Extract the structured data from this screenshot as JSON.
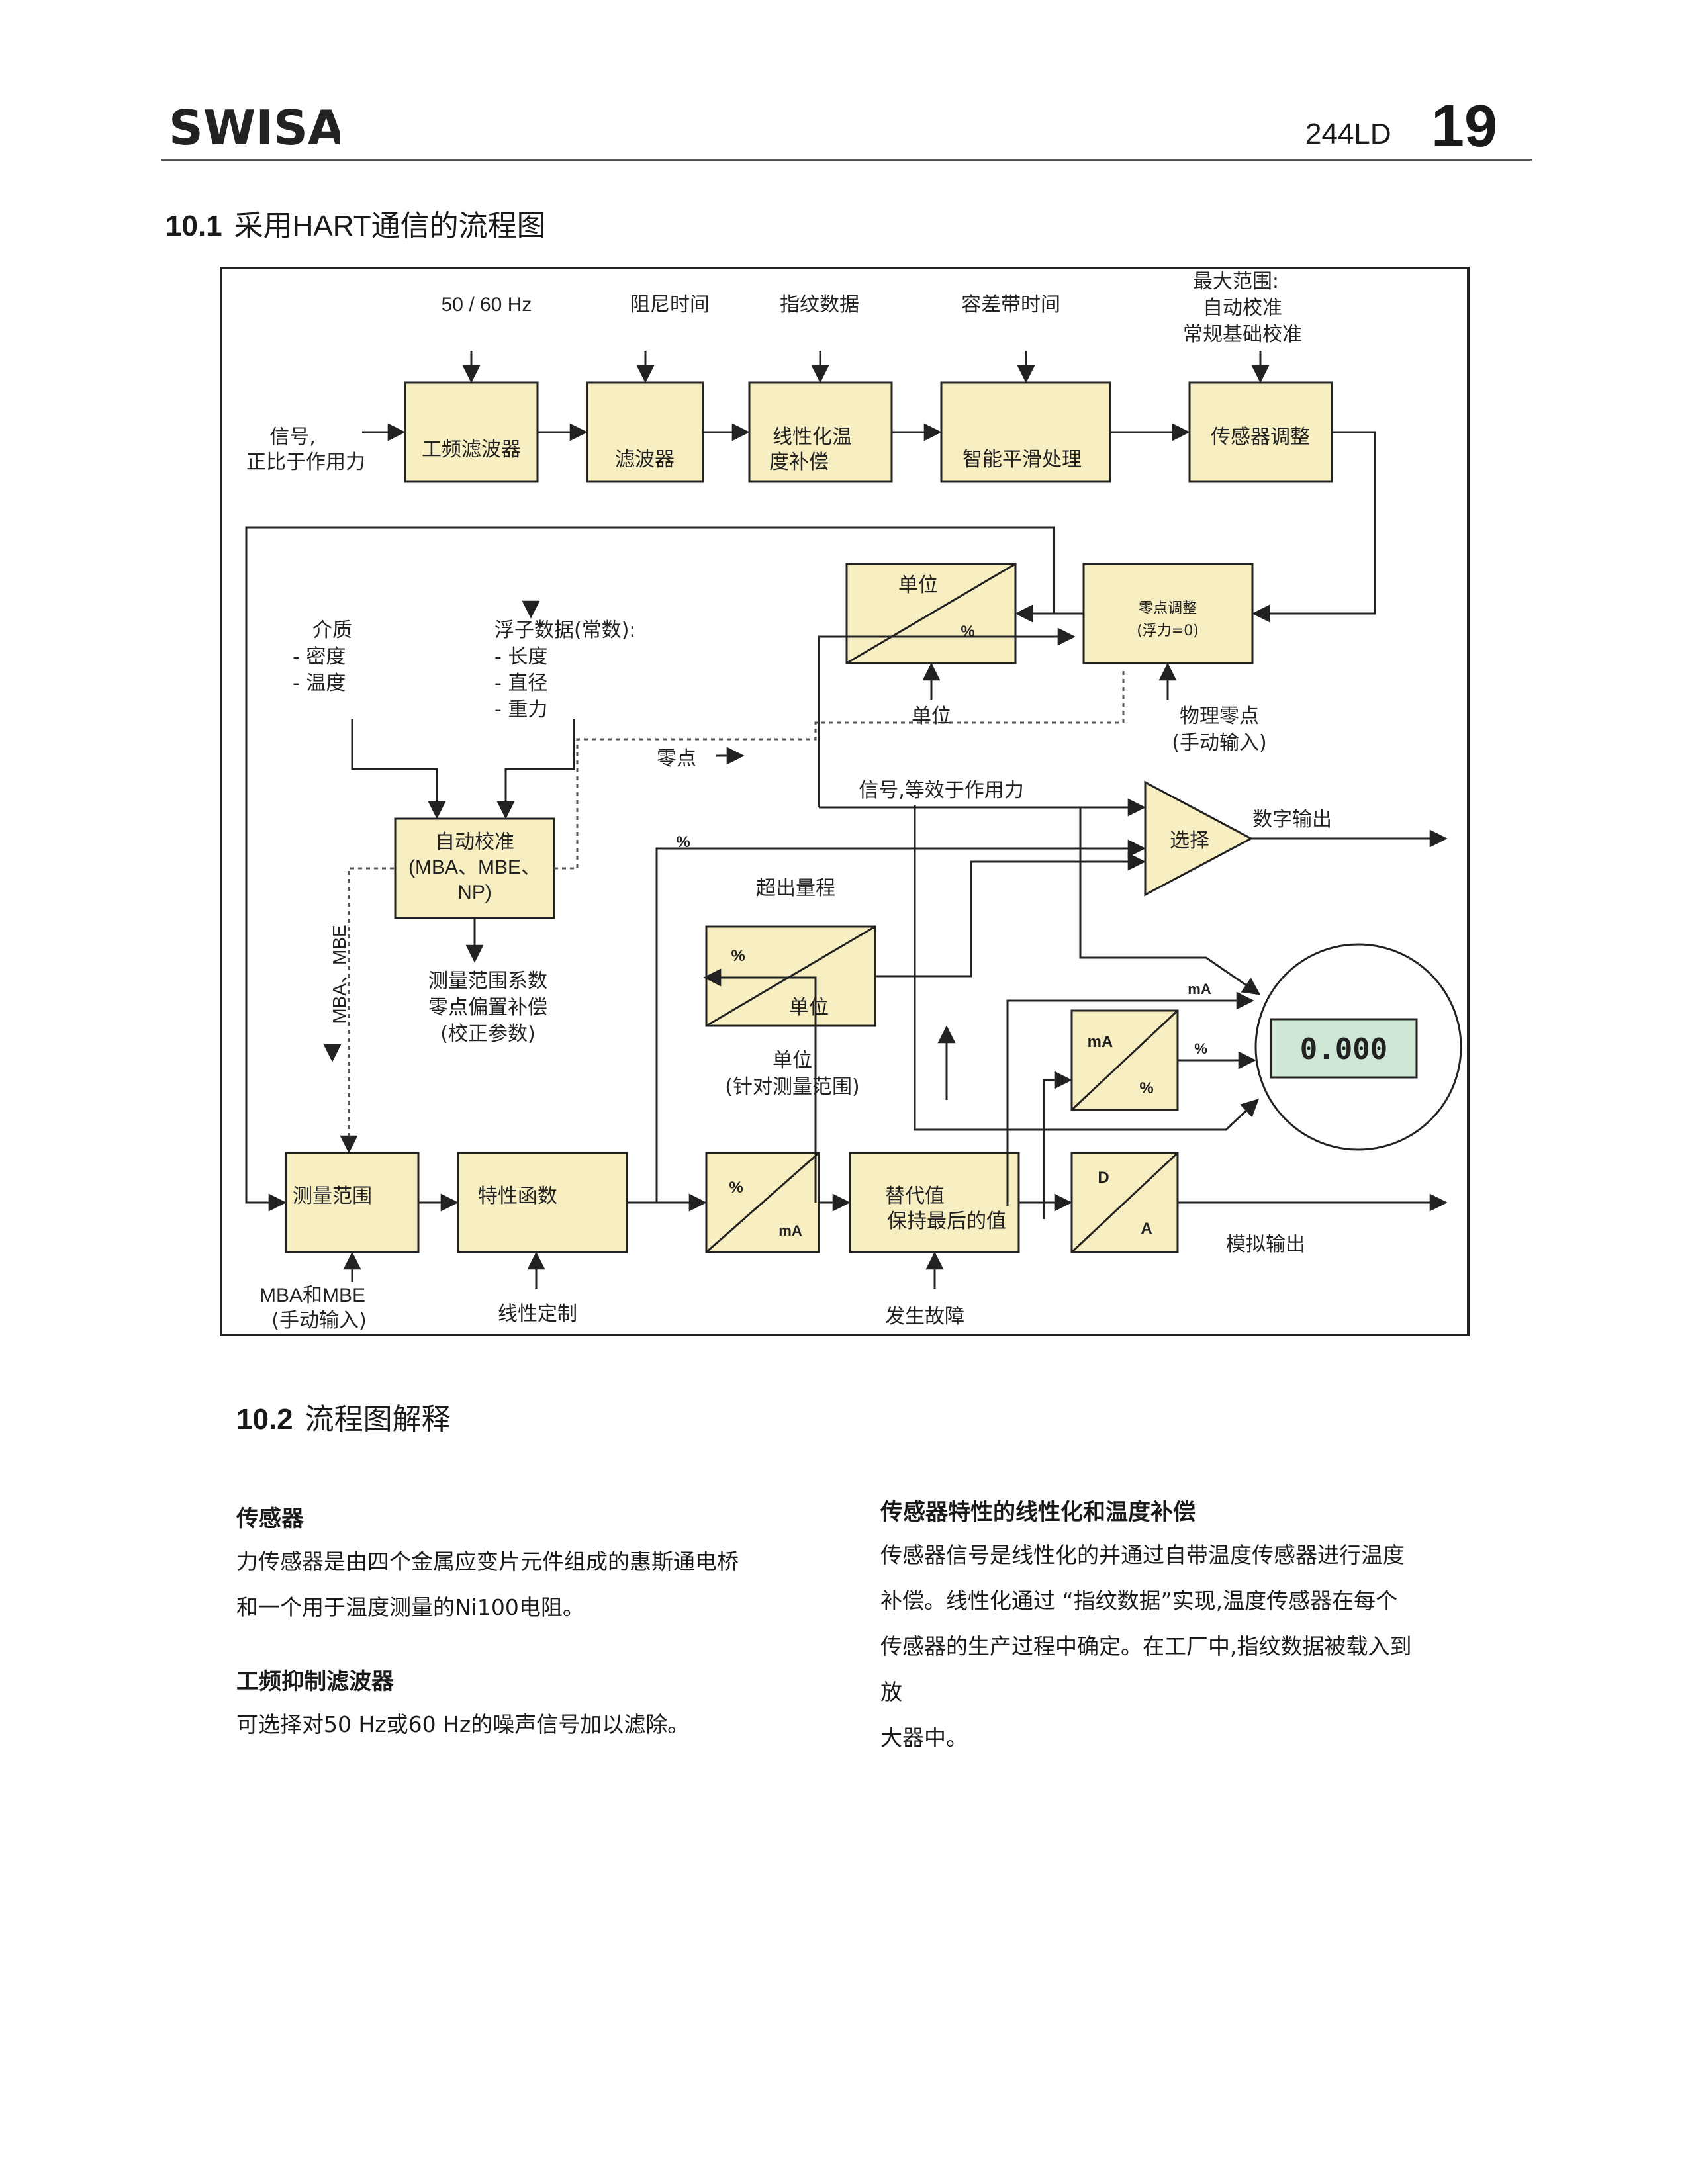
{
  "header": {
    "logo_text": "SWISA",
    "model": "244LD",
    "page_number": "19"
  },
  "section_1": {
    "number": "10.1",
    "title": "采用HART通信的流程图"
  },
  "section_2": {
    "number": "10.2",
    "title": "流程图解释"
  },
  "diagram": {
    "inputs": {
      "freq": "50 / 60 Hz",
      "damping": "阻尼时间",
      "fingerprint": "指纹数据",
      "tolerance": "容差带时间",
      "maxrange_1": "最大范围:",
      "maxrange_2": "自动校准",
      "maxrange_3": "常规基础校准",
      "signal_1": "信号,",
      "signal_2": "正比于作用力"
    },
    "blocks": {
      "powerline_filter": "工频滤波器",
      "filter": "滤波器",
      "linearize_1": "线性化温",
      "linearize_2": "度补偿",
      "smart_smoothing": "智能平滑处理",
      "sensor_adjust": "传感器调整",
      "unit": "单位",
      "percent": "%",
      "zero_adjust_1": "零点调整",
      "zero_adjust_2": "(浮力=0)",
      "autocal_1": "自动校准",
      "autocal_2": "(MBA、MBE、",
      "autocal_3": "NP)",
      "select": "选择",
      "range_percent": "%",
      "range_unit": "单位",
      "ma": "mA",
      "ma_percent": "%",
      "measure_range": "测量范围",
      "characteristic": "特性函数",
      "pct_to_ma_pct": "%",
      "pct_to_ma_ma": "mA",
      "substitute_1": "替代值",
      "substitute_2": "保持最后的值",
      "da_d": "D",
      "da_a": "A",
      "display_value": "0.000"
    },
    "labels": {
      "unit_below": "单位",
      "physical_zero_1": "物理零点",
      "physical_zero_2": "(手动输入)",
      "medium_1": "介质",
      "medium_2": "- 密度",
      "medium_3": "- 温度",
      "float_1": "浮子数据(常数):",
      "float_2": "- 长度",
      "float_3": "- 直径",
      "float_4": "- 重力",
      "zero_point": "零点",
      "signal_equiv": "信号,等效于作用力",
      "digital_out": "数字输出",
      "percent_line": "%",
      "over_range": "超出量程",
      "mba_mbe_vertical": "MBA、MBE",
      "coef_1": "测量范围系数",
      "coef_2": "零点偏置补偿",
      "coef_3": "(校正参数)",
      "unit_range_1": "单位",
      "unit_range_2": "(针对测量范围)",
      "ma_line": "mA",
      "percent_to_display": "%",
      "analog_out": "模拟输出",
      "mba_manual_1": "MBA和MBE",
      "mba_manual_2": "(手动输入)",
      "linear_custom": "线性定制",
      "fault": "发生故障"
    }
  },
  "left_column": {
    "h1": "传感器",
    "p1_l1": "力传感器是由四个金属应变片元件组成的惠斯通电桥",
    "p1_l2": "和一个用于温度测量的Ni100电阻。",
    "h2": "工频抑制滤波器",
    "p2_l1": "可选择对50 Hz或60 Hz的噪声信号加以滤除。"
  },
  "right_column": {
    "h1": "传感器特性的线性化和温度补偿",
    "p1_l1": "传感器信号是线性化的并通过自带温度传感器进行温度",
    "p1_l2": "补偿。线性化通过 “指纹数据”实现,温度传感器在每个",
    "p1_l3": "传感器的生产过程中确定。在工厂中,指纹数据被载入到放",
    "p1_l4": "大器中。"
  },
  "colors": {
    "block_fill": "#f7efc2",
    "display_fill": "#cfe8d6",
    "logo_blue": "#1d4f9c",
    "logo_orange": "#f0a020"
  }
}
